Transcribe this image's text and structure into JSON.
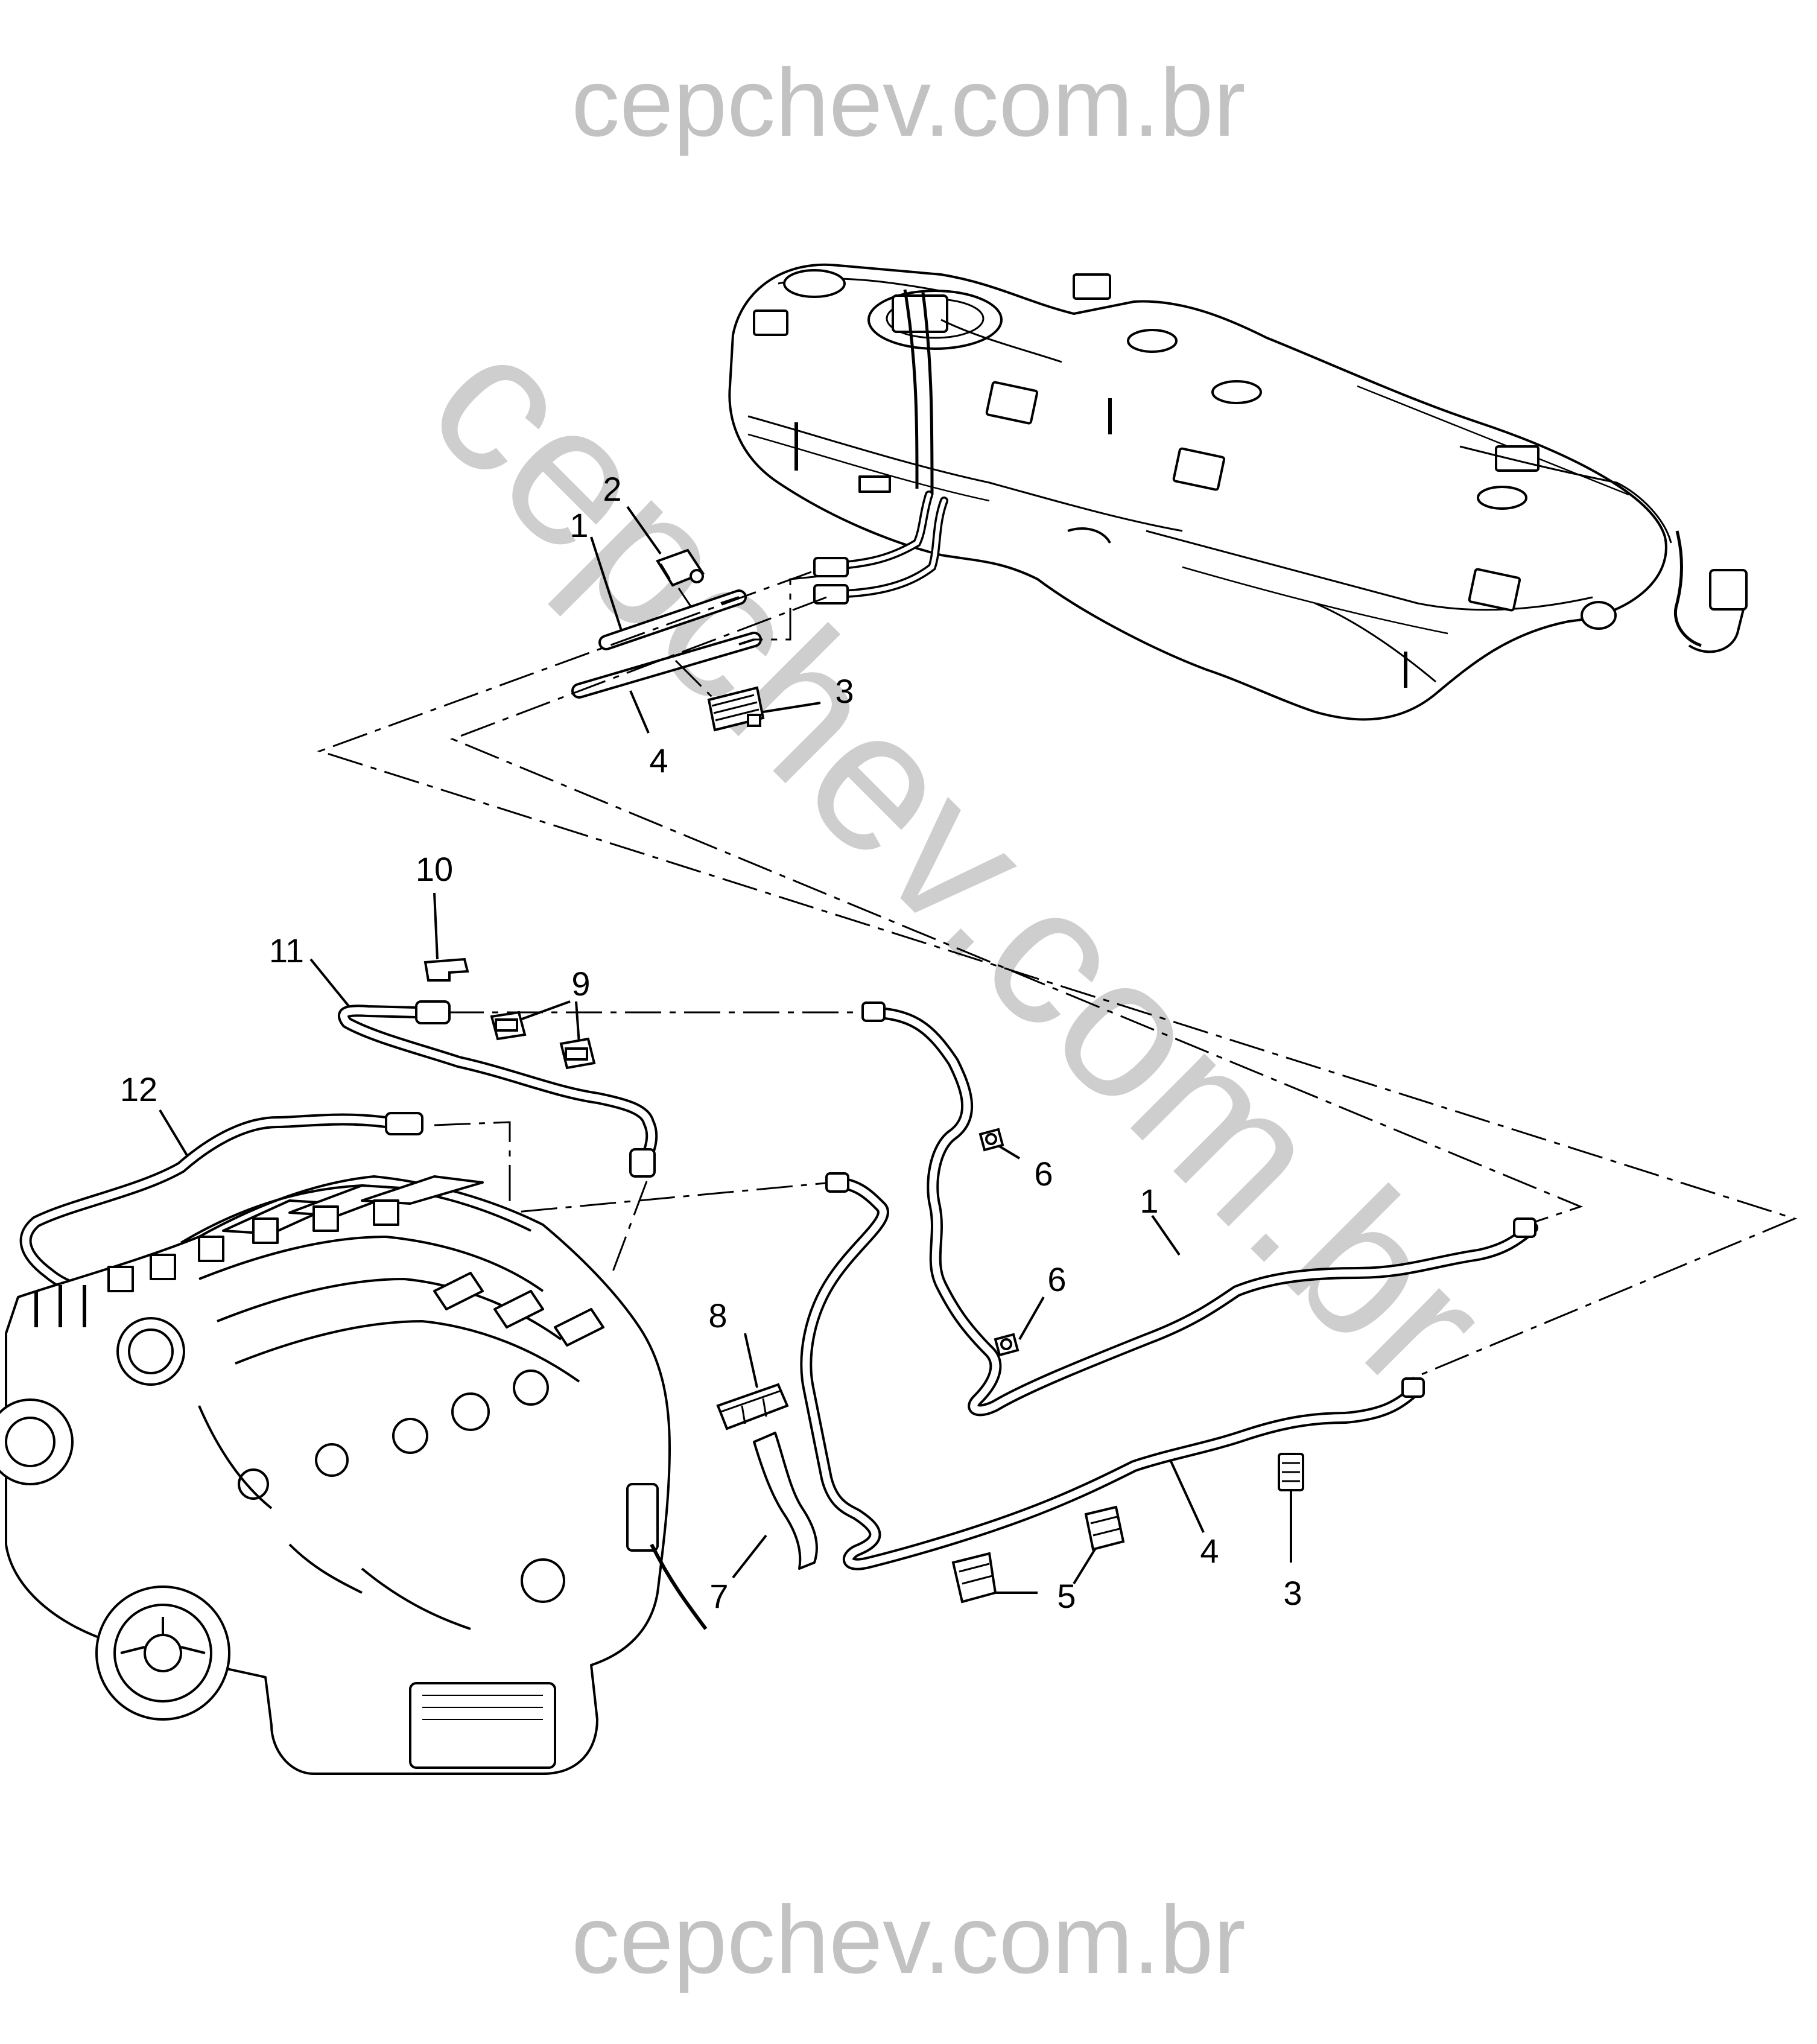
{
  "watermark": {
    "top": "cepchev.com.br",
    "bottom": "cepchev.com.br",
    "diagonal": "cepchev.com.br"
  },
  "callouts": [
    {
      "id": "c1a",
      "label": "1"
    },
    {
      "id": "c2",
      "label": "2"
    },
    {
      "id": "c3a",
      "label": "3"
    },
    {
      "id": "c4a",
      "label": "4"
    },
    {
      "id": "c10",
      "label": "10"
    },
    {
      "id": "c11",
      "label": "11"
    },
    {
      "id": "c9",
      "label": "9"
    },
    {
      "id": "c12",
      "label": "12"
    },
    {
      "id": "c6a",
      "label": "6"
    },
    {
      "id": "c6b",
      "label": "6"
    },
    {
      "id": "c1b",
      "label": "1"
    },
    {
      "id": "c8",
      "label": "8"
    },
    {
      "id": "c7",
      "label": "7"
    },
    {
      "id": "c5",
      "label": "5"
    },
    {
      "id": "c4b",
      "label": "4"
    },
    {
      "id": "c3b",
      "label": "3"
    }
  ],
  "colors": {
    "line": "#000000",
    "watermark": "#c2c2c2",
    "background": "#ffffff",
    "part_fill": "#ffffff"
  }
}
